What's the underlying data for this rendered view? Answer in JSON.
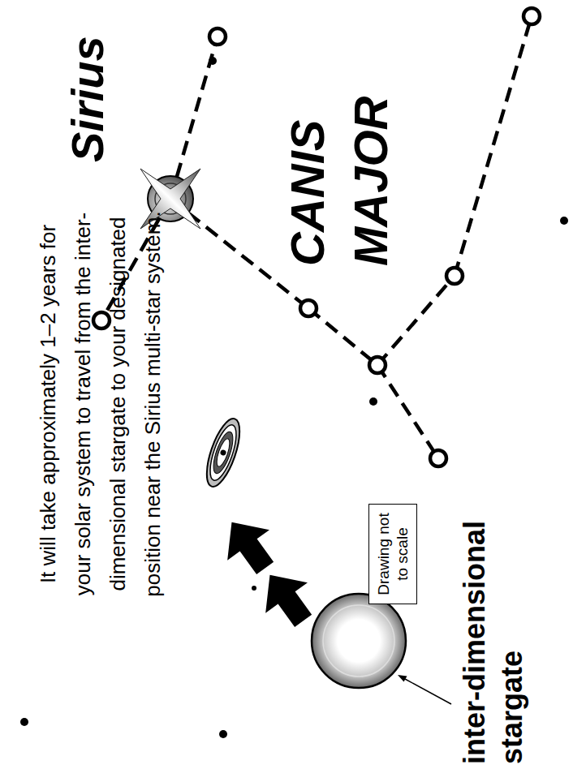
{
  "diagram": {
    "nodes": [
      {
        "text": [
          "Drawing not to scale"
        ]
      }
    ],
    "labels": [
      "It will take approximately 1–2 years for your solar system to travel from the inter-dimensional stargate to your designated position near the Sirius multi-star system.",
      "inter-dimensional stargate",
      "Sirius",
      "CANIS MAJOR"
    ]
  }
}
